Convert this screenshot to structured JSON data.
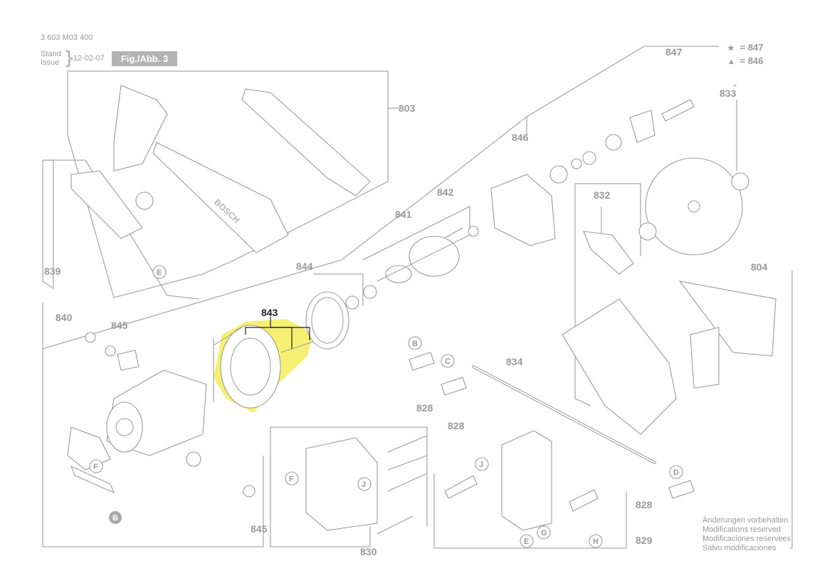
{
  "header": {
    "doc_code": "3 603 M03 400",
    "stand_label": "Stand",
    "issue_label": "Issue",
    "issue_date": "12-02-07",
    "figure_label": "Fig./Abb. 3"
  },
  "legend": [
    {
      "symbol": "★",
      "text": "= 847"
    },
    {
      "symbol": "▲",
      "text": "= 846"
    }
  ],
  "highlight_color": "#f4ef6a",
  "highlighted_part": "843",
  "part_numbers": [
    "803",
    "839",
    "840",
    "841",
    "842",
    "844",
    "845",
    "845",
    "846",
    "847",
    "833",
    "832",
    "804",
    "834",
    "828",
    "828",
    "828",
    "830",
    "829",
    "843"
  ],
  "circle_labels": [
    "E",
    "B",
    "C",
    "D",
    "F",
    "F",
    "J",
    "J",
    "E",
    "G",
    "H",
    "B"
  ],
  "brand_text": "BOSCH",
  "notice": [
    "Änderungen vorbehalten",
    "Modifications reserved",
    "Modificaciones reservees",
    "Salvo modificaciones"
  ]
}
